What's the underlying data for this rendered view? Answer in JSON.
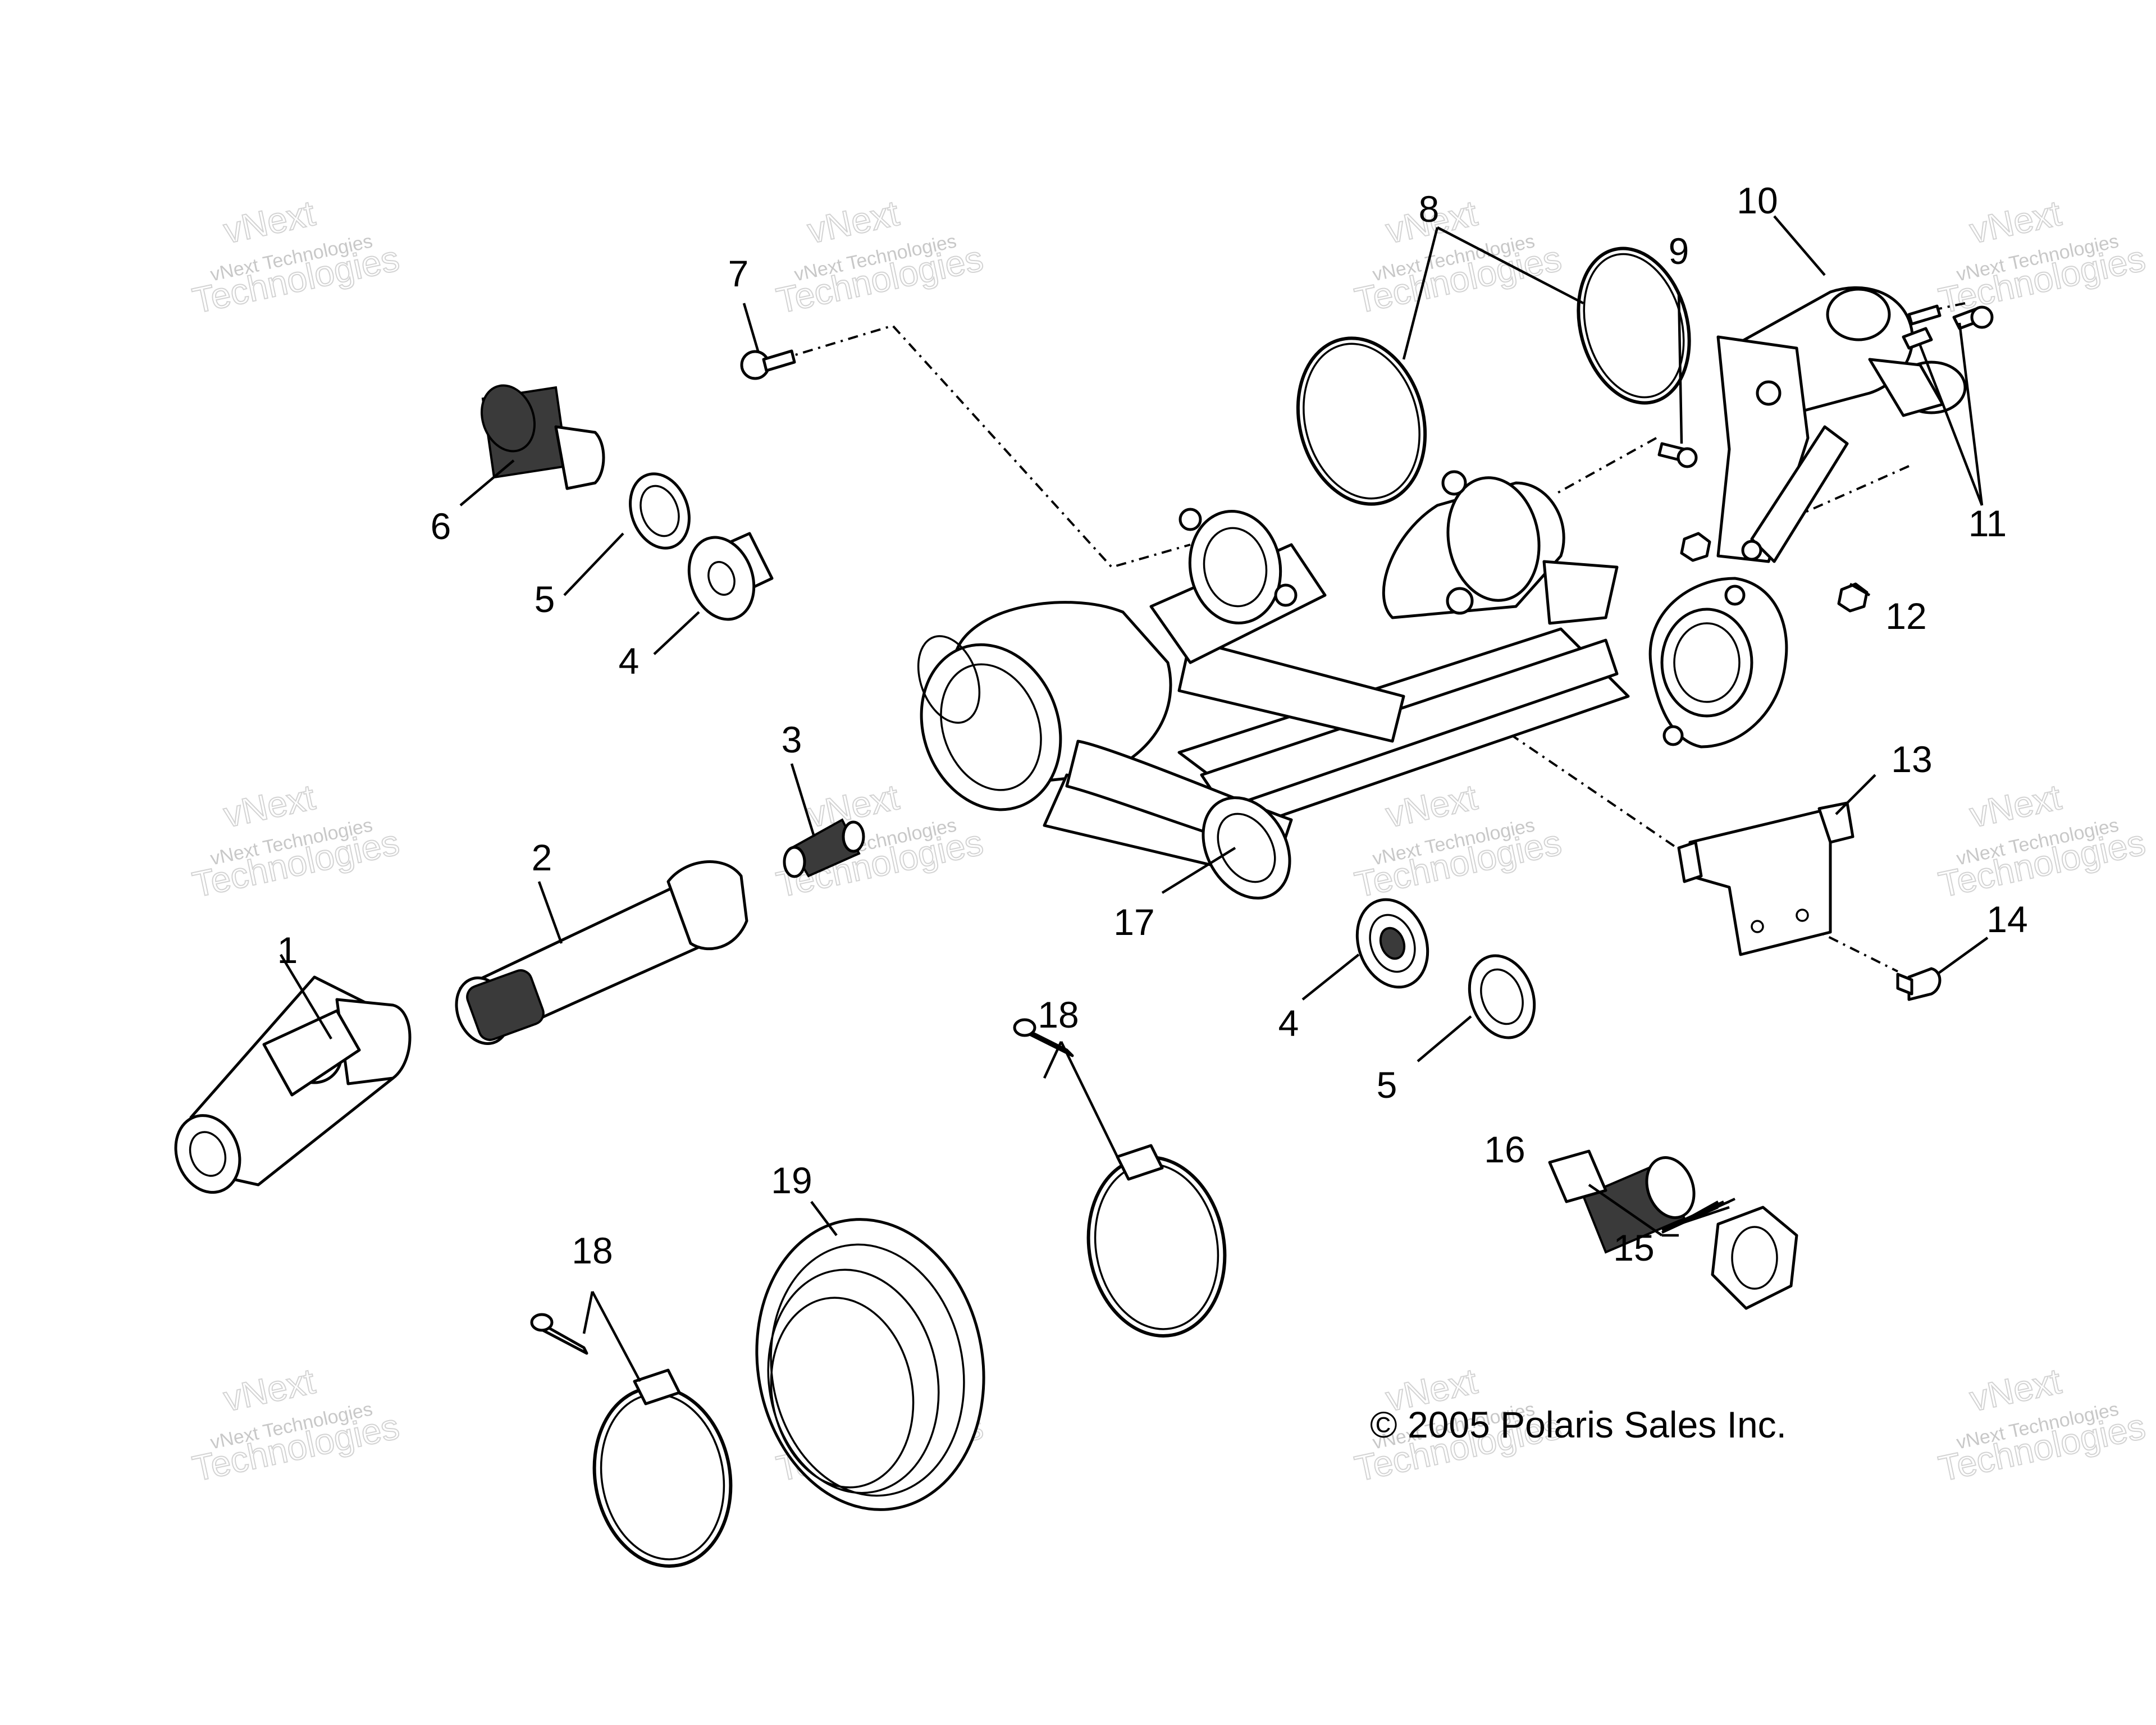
{
  "copyright": "© 2005 Polaris Sales Inc.",
  "watermark": {
    "line1": "vNext",
    "line2": "vNext Technologies",
    "line3": "Technologies"
  },
  "callouts": {
    "c1": "1",
    "c2": "2",
    "c3": "3",
    "c4a": "4",
    "c4b": "4",
    "c5a": "5",
    "c5b": "5",
    "c6": "6",
    "c7": "7",
    "c8": "8",
    "c9": "9",
    "c10": "10",
    "c11": "11",
    "c12": "12",
    "c13": "13",
    "c14": "14",
    "c15": "15",
    "c16": "16",
    "c17": "17",
    "c18a": "18",
    "c18b": "18",
    "c19": "19"
  },
  "colors": {
    "line": "#000000",
    "background": "#ffffff",
    "watermark": "#9c9c9c"
  }
}
